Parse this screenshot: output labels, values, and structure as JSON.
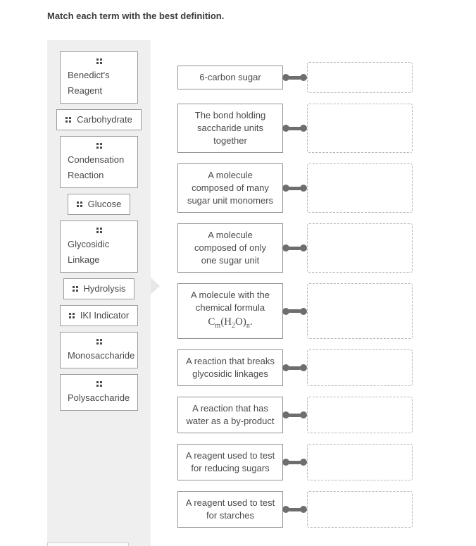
{
  "title": "Match each term with the best definition.",
  "colors": {
    "panel_bg": "#efefef",
    "card_border": "#9b9b9b",
    "text": "#4a4a4a",
    "connector": "#6e6e6e",
    "dashed_border": "#b5b5b5"
  },
  "terms": [
    {
      "label": "Benedict's\nReagent",
      "layout": "block"
    },
    {
      "label": "Carbohydrate",
      "layout": "inline"
    },
    {
      "label": "Condensation\nReaction",
      "layout": "block"
    },
    {
      "label": "Glucose",
      "layout": "inline"
    },
    {
      "label": "Glycosidic\nLinkage",
      "layout": "block"
    },
    {
      "label": "Hydrolysis",
      "layout": "inline"
    },
    {
      "label": "IKI Indicator",
      "layout": "inline"
    },
    {
      "label": "Monosaccharide",
      "layout": "block"
    },
    {
      "label": "Polysaccharide",
      "layout": "block"
    }
  ],
  "definitions": [
    {
      "text": "6-carbon sugar"
    },
    {
      "text": "The bond holding\nsaccharide units\ntogether"
    },
    {
      "text": "A molecule\ncomposed of many\nsugar unit monomers"
    },
    {
      "text": "A molecule\ncomposed of only\none sugar unit"
    },
    {
      "text": "A molecule with the\nchemical formula",
      "formula": {
        "c": "C",
        "m": "m",
        "h": "(H",
        "two": "2",
        "o": "O)",
        "n": "n",
        "dot": "."
      }
    },
    {
      "text": "A reaction that breaks\nglycosidic linkages"
    },
    {
      "text": "A reaction that has\nwater as a by-product"
    },
    {
      "text": "A reagent used to test\nfor reducing sugars"
    },
    {
      "text": "A reagent used to test\nfor starches"
    }
  ]
}
